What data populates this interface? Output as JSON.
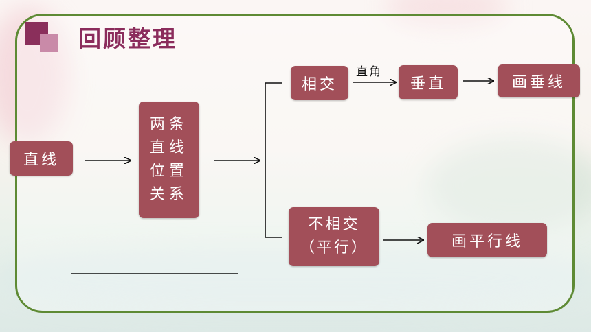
{
  "header": {
    "title": "回顾整理"
  },
  "diagram": {
    "root": "直线",
    "middle": [
      "两条",
      "直线",
      "位置",
      "关系"
    ],
    "branch_intersect": "相交",
    "edge_label": "直角",
    "perpendicular": "垂直",
    "draw_perpendicular": "画垂线",
    "branch_parallel": [
      "不相交",
      "（平行）"
    ],
    "draw_parallel": "画平行线"
  },
  "colors": {
    "box": "#a24f59",
    "title": "#8b2c5c",
    "frame": "#5e8a34",
    "accent_square": "#8a2f5b"
  }
}
